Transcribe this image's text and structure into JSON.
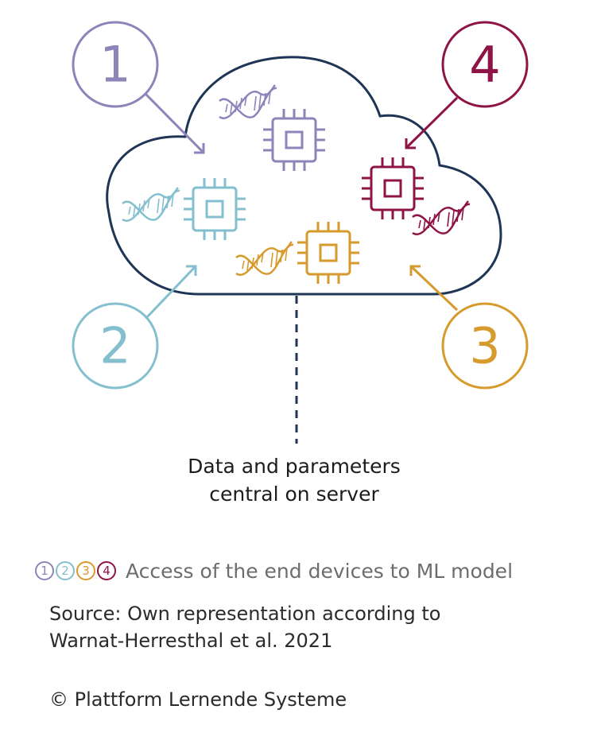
{
  "markers": [
    {
      "number": "1",
      "color": "#8e84ba"
    },
    {
      "number": "2",
      "color": "#84bfcf"
    },
    {
      "number": "3",
      "color": "#d69a2d"
    },
    {
      "number": "4",
      "color": "#8f1446"
    }
  ],
  "colors": {
    "cloud_outline": "#1f3556",
    "text": "#1c1c1c",
    "legend_text": "#6d6d6d"
  },
  "icons": [
    "dna-icon",
    "chip-icon"
  ],
  "caption": {
    "line1": "Data and parameters",
    "line2": "central on server"
  },
  "legend": {
    "text": "Access of the end devices to ML model"
  },
  "source": {
    "line1": "Source: Own representation according to",
    "line2": "Warnat-Herresthal et al. 2021"
  },
  "copyright": "© Plattform Lernende Systeme"
}
